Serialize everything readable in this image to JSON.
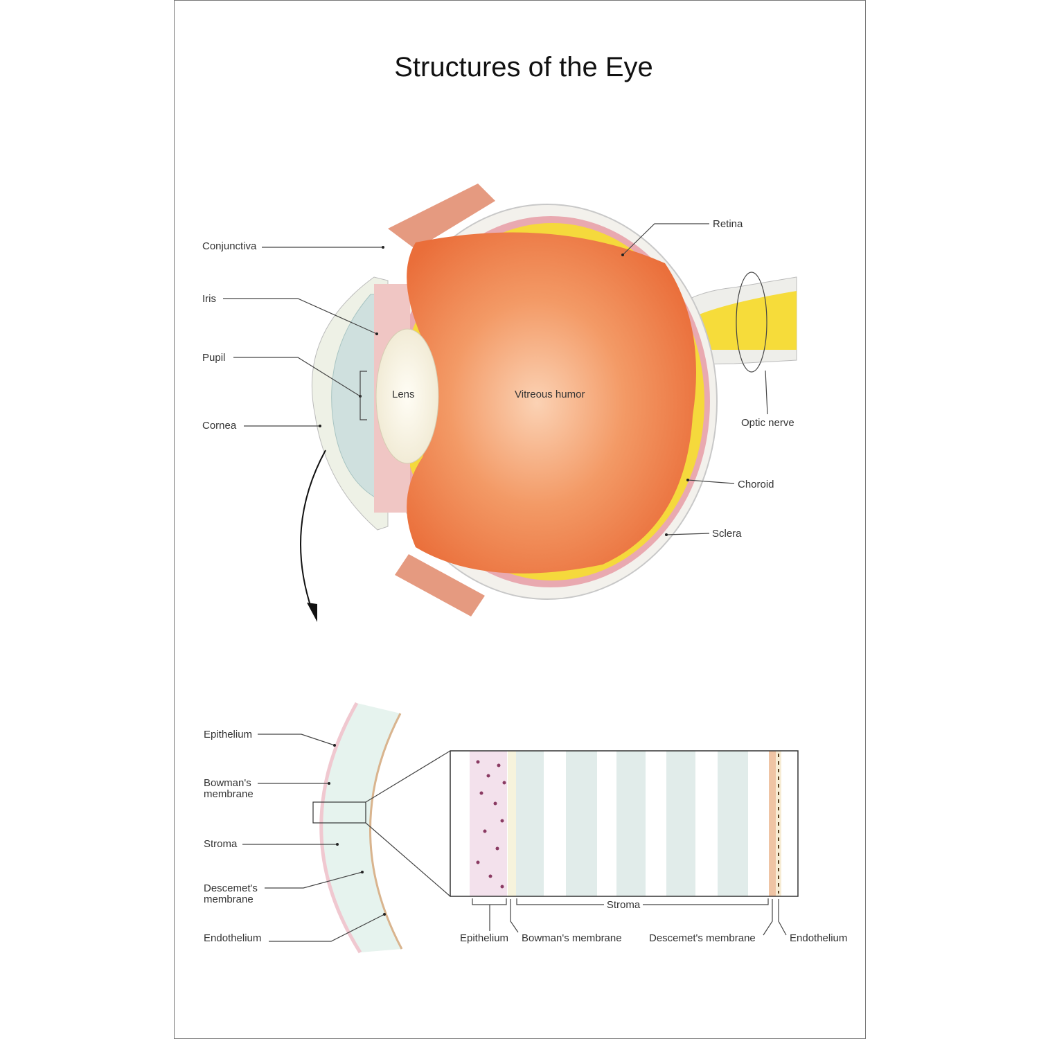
{
  "title": "Structures of the Eye",
  "eye_labels": {
    "conjunctiva": "Conjunctiva",
    "iris": "Iris",
    "pupil": "Pupil",
    "cornea": "Cornea",
    "lens": "Lens",
    "vitreous": "Vitreous humor",
    "retina": "Retina",
    "optic_nerve": "Optic nerve",
    "choroid": "Choroid",
    "sclera": "Sclera"
  },
  "cornea_labels": {
    "epithelium": "Epithelium",
    "bowman_1": "Bowman's",
    "bowman_2": "membrane",
    "stroma": "Stroma",
    "descemet_1": "Descemet's",
    "descemet_2": "membrane",
    "endothelium": "Endothelium"
  },
  "detail_labels": {
    "epithelium": "Epithelium",
    "bowman": "Bowman's membrane",
    "stroma": "Stroma",
    "descemet": "Descemet's membrane",
    "endothelium": "Endothelium"
  },
  "colors": {
    "vitreous": "#f08a55",
    "retina": "#f4d93a",
    "sclera": "#f2f0ea",
    "cornea": "#cfe0de",
    "lens": "#faf6e8"
  }
}
